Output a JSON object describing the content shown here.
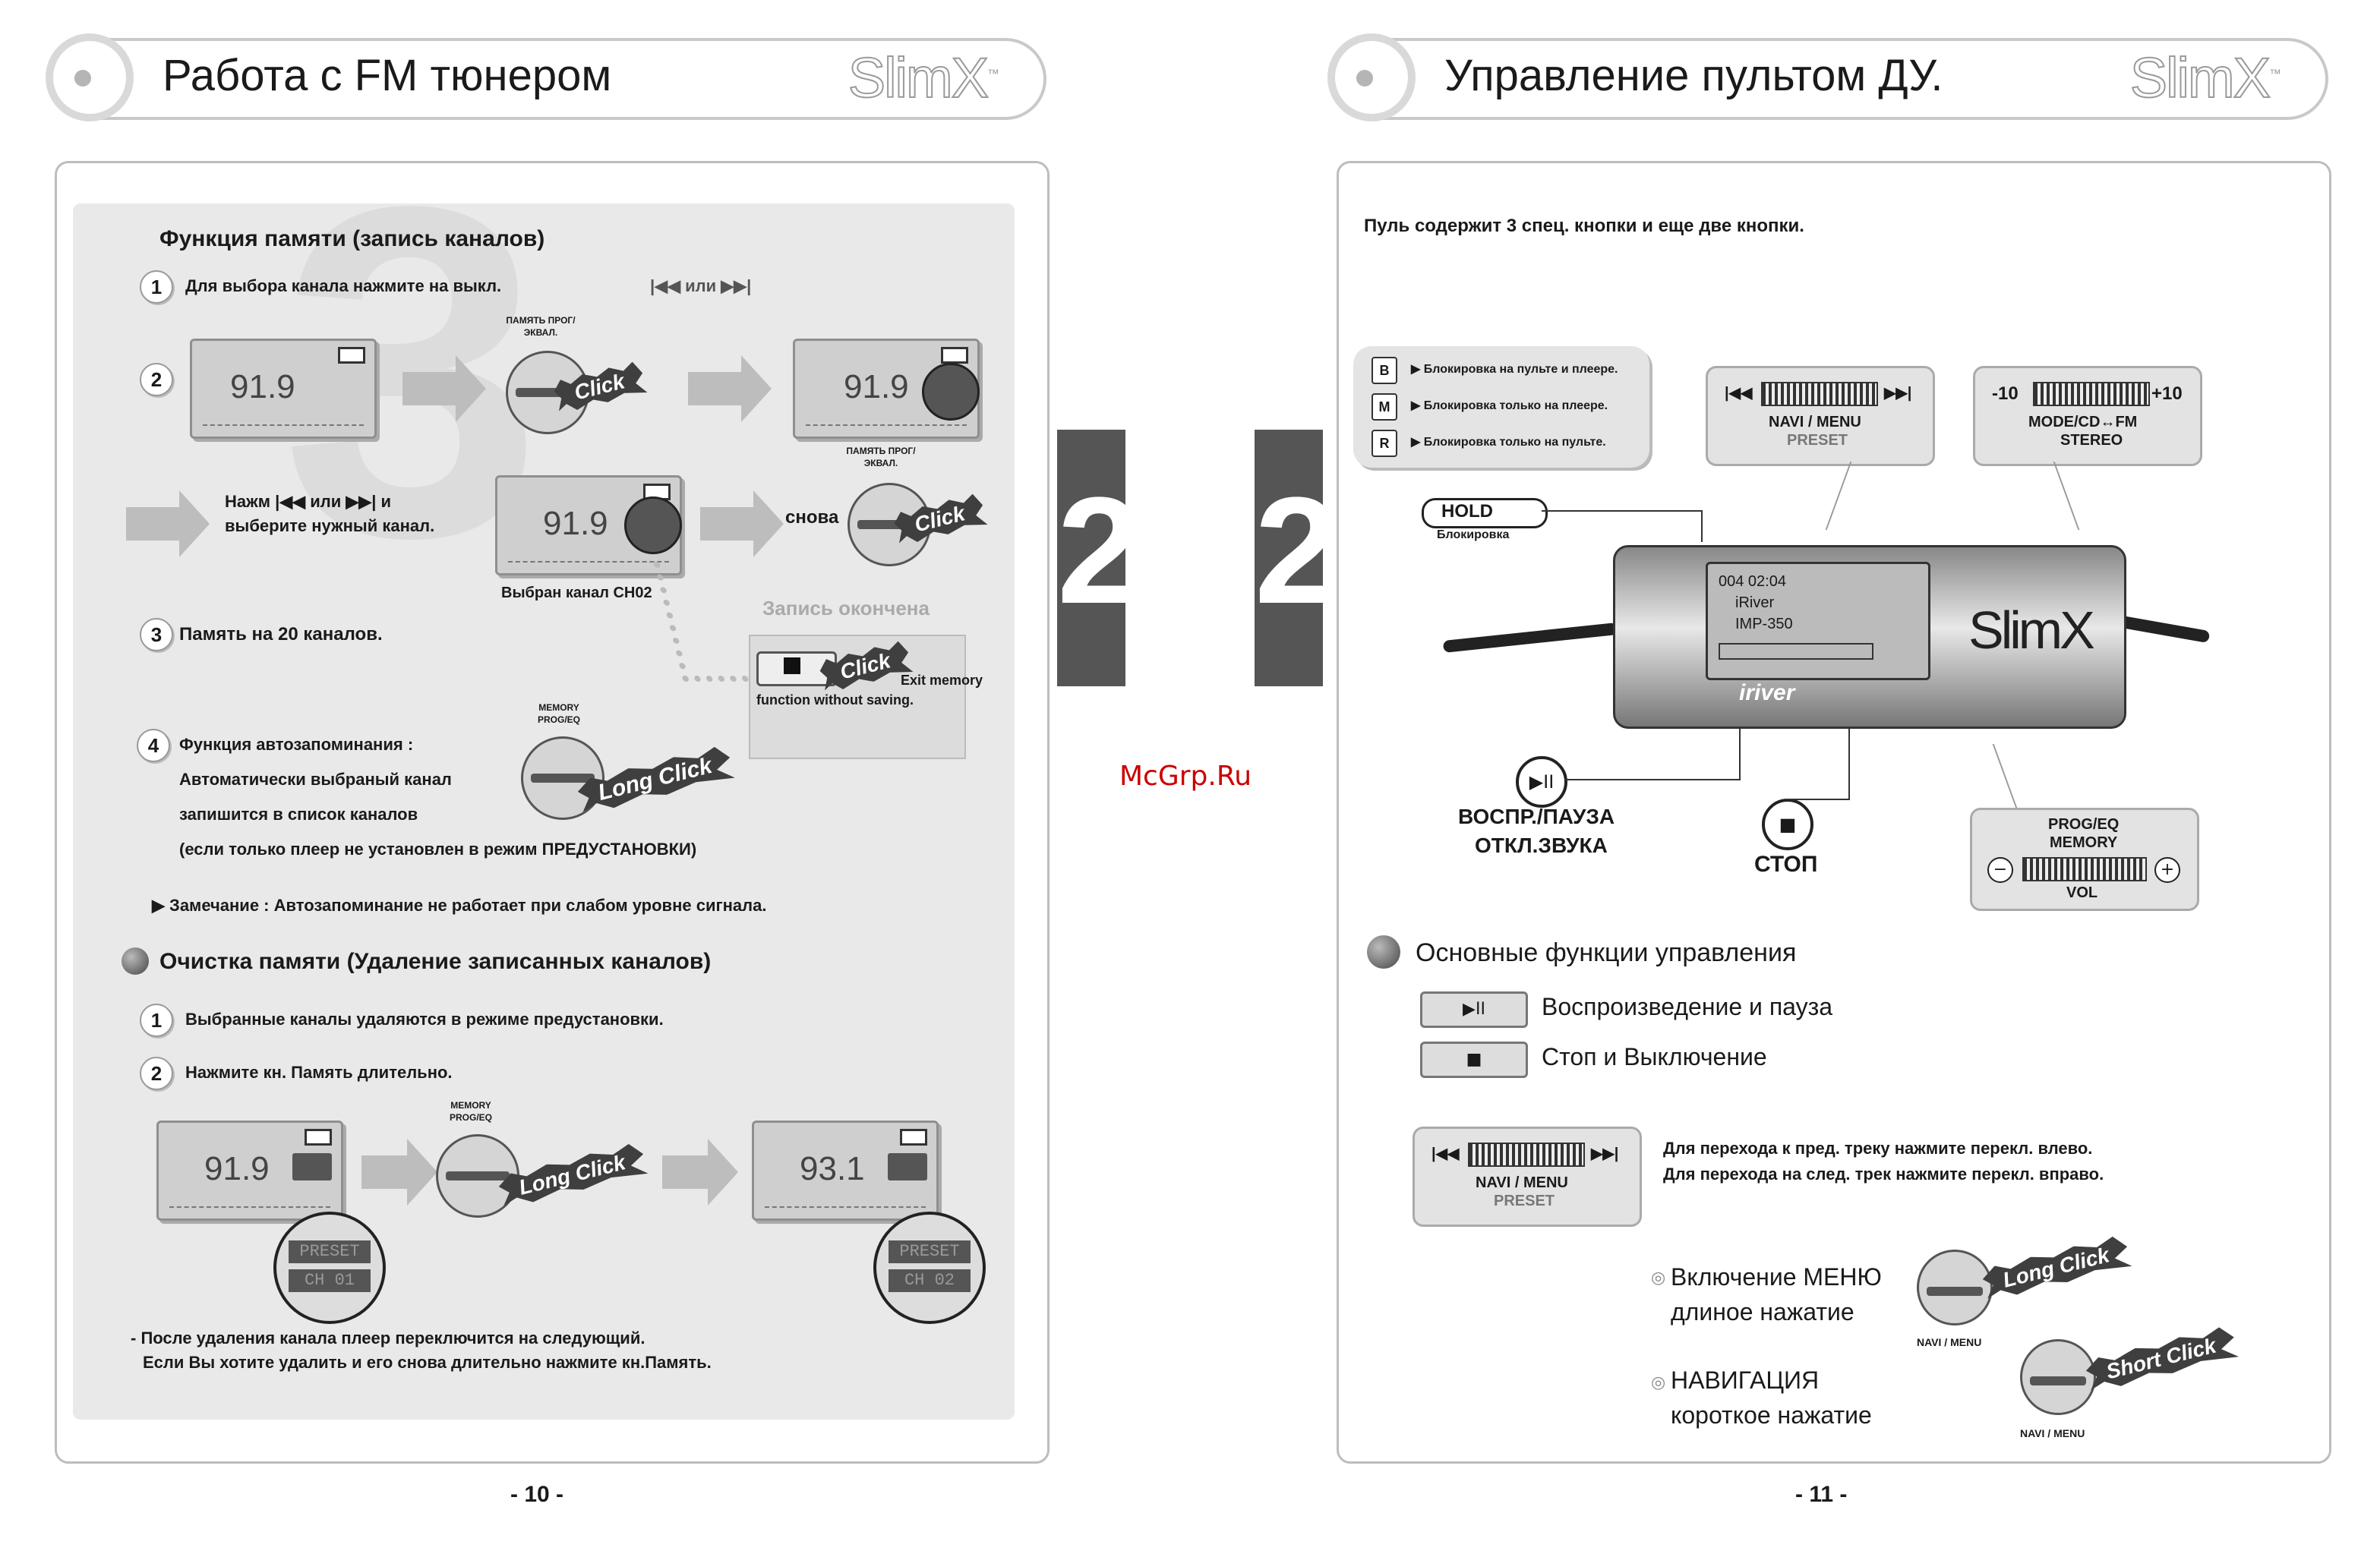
{
  "watermark": "McGrp.Ru",
  "left": {
    "header_title": "Работа с FM тюнером",
    "brand": "SlimX",
    "brand_tm": "™",
    "page_number": "- 10 -",
    "section_digit": "2",
    "memory": {
      "title": "Функция памяти (запись каналов)",
      "step1_num": "1",
      "step1_text": "Для выбора канала нажмите на выкл.",
      "step1_keys": "|◀◀ или ▶▶|",
      "step2_num": "2",
      "btn_caption": "ПАМЯТЬ ПРОГ/ЭКВАЛ.",
      "click": "Click",
      "freq": "91.9",
      "press_text_1": "Нажм |◀◀ или ▶▶| и",
      "press_text_2": "выберите нужный канал.",
      "again": "снова",
      "selected_channel": "Выбран канал CH02",
      "record_done": "Запись окончена",
      "exit_text_1": "Exit memory",
      "exit_text_2": "function without saving.",
      "step3_num": "3",
      "step3_text": "Память на 20 каналов.",
      "step4_num": "4",
      "step4_l1": "Функция автозапоминания :",
      "step4_l2": "Автоматически выбраный канал",
      "step4_l3": "запишится в список каналов",
      "step4_l4": "(если только плеер не установлен в режим ПРЕДУСТАНОВКИ)",
      "memory_caption": "MEMORY PROG/EQ",
      "long_click": "Long Click",
      "note": "▶ Замечание : Автозапоминание не работает при слабом уровне сигнала."
    },
    "clear": {
      "title": "Очистка памяти (Удаление записанных каналов)",
      "step1_num": "1",
      "step1_text": "Выбранные каналы удаляются в режиме предустановки.",
      "step2_num": "2",
      "step2_text": "Нажмите кн. Память длительно.",
      "freq_a": "91.9",
      "freq_b": "93.1",
      "memory_caption": "MEMORY PROG/EQ",
      "long_click": "Long Click",
      "zoom_a_1": "PRESET",
      "zoom_a_2": "CH 01",
      "zoom_b_1": "PRESET",
      "zoom_b_2": "CH 02",
      "footer_1": "- После удаления канала плеер переключится на следующий.",
      "footer_2": "Если Вы хотите удалить и его снова длительно нажмите кн.Память."
    }
  },
  "right": {
    "header_title": "Управление пультом ДУ.",
    "brand": "SlimX",
    "brand_tm": "™",
    "page_number": "- 11 -",
    "section_digit": "2",
    "intro": "Пуль содержит 3 спец. кнопки и еще две кнопки.",
    "lock_list": [
      {
        "icon": "B",
        "text": "Блокировка на пульте и плеере."
      },
      {
        "icon": "M",
        "text": "Блокировка только на плеере."
      },
      {
        "icon": "R",
        "text": "Блокировка только на пульте."
      }
    ],
    "hold_label": "HOLD",
    "hold_caption": "Блокировка",
    "navi": {
      "label": "NAVI / MENU",
      "sub": "PRESET",
      "left": "|◀◀",
      "right": "▶▶|"
    },
    "mode": {
      "minus": "-10",
      "plus": "+10",
      "label_1": "MODE/CD↔FM",
      "label_2": "STEREO"
    },
    "remote_screen": {
      "line1": "004 02:04",
      "line2": "iRiver",
      "line3": "IMP-350"
    },
    "remote_brand": "SlimX",
    "remote_maker": "iriver",
    "play_label_1": "ВОСПР./ПАУЗА",
    "play_label_2": "ОТКЛ.ЗВУКА",
    "stop_label": "СТОП",
    "vol": {
      "label_1": "PROG/EQ",
      "label_2": "MEMORY",
      "label_3": "VOL",
      "minus": "−",
      "plus": "+"
    },
    "basic_title": "Основные функции управления",
    "func_play_key": "▶II",
    "func_play_text": "Воспроизведение и пауза",
    "func_stop_key": "■",
    "func_stop_text": "Стоп и Выключение",
    "nav_desc_1": "Для перехода к пред. треку нажмите перекл. влево.",
    "nav_desc_2": "Для перехода на след. трек нажмите перекл. вправо.",
    "menu_on_1": "Включение МЕНЮ",
    "menu_on_2": "длиное нажатие",
    "long_click": "Long Click",
    "navi_small": "NAVI / MENU",
    "nav_1": "НАВИГАЦИЯ",
    "nav_2": "короткое нажатие",
    "short_click": "Short Click"
  }
}
